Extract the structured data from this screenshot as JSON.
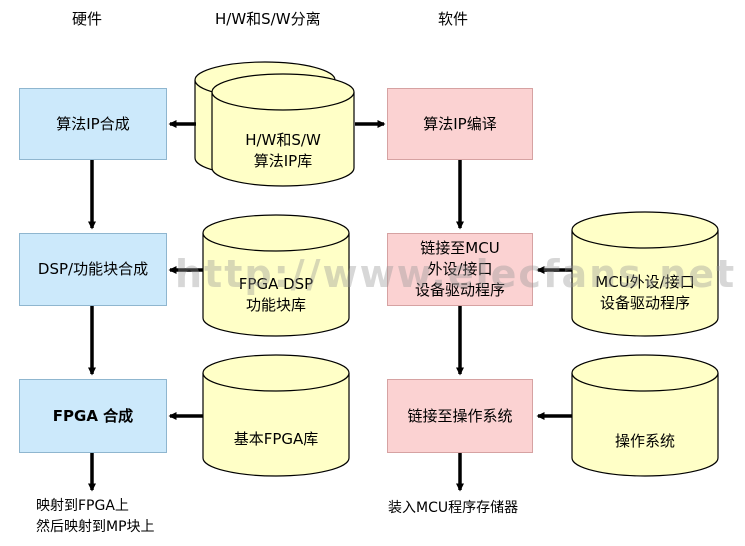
{
  "headers": {
    "hardware": "硬件",
    "split": "H/W和S/W分离",
    "software": "软件"
  },
  "hw_boxes": {
    "ip_synth": "算法IP合成",
    "dsp_synth": "DSP/功能块合成",
    "fpga_synth": "FPGA 合成"
  },
  "sw_boxes": {
    "ip_compile": "算法IP编译",
    "link_mcu": [
      "链接至MCU",
      "外设/接口",
      "设备驱动程序"
    ],
    "link_os": "链接至操作系统"
  },
  "databases": {
    "hw_sw_lib": [
      "H/W和S/W",
      "算法IP库"
    ],
    "fpga_dsp_lib": [
      "FPGA DSP",
      "功能块库"
    ],
    "fpga_base_lib": "基本FPGA库",
    "mcu_drivers": [
      "MCU外设/接口",
      "设备驱动程序"
    ],
    "os": "操作系统"
  },
  "outputs": {
    "hw": [
      "映射到FPGA上",
      "然后映射到MP块上"
    ],
    "sw": "装入MCU程序存储器"
  },
  "watermark": "http://www.elecfans.net",
  "colors": {
    "hw_fill": "#cce9fb",
    "sw_fill": "#fbd2d2",
    "db_fill": "#ffffc7",
    "arrow": "#000000"
  }
}
